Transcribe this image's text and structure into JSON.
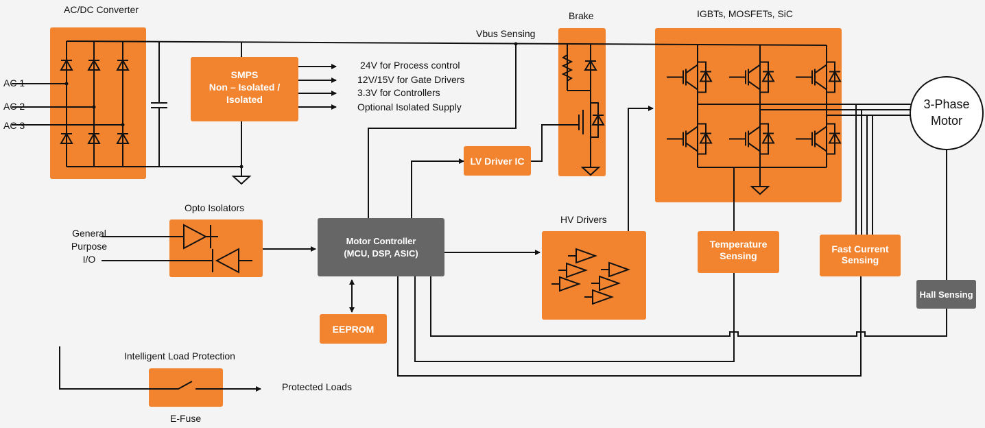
{
  "blocks": {
    "acdc_title": "AC/DC Converter",
    "ac_inputs": [
      "AC 1",
      "AC 2",
      "AC 3"
    ],
    "smps_lines": [
      "SMPS",
      "Non – Isolated /",
      "Isolated"
    ],
    "smps_outputs": [
      "24V for Process control",
      "12V/15V for Gate Drivers",
      "3.3V for Controllers",
      "Optional Isolated Supply"
    ],
    "vbus": "Vbus Sensing",
    "brake": "Brake",
    "power_stage": "IGBTs, MOSFETs, SiC",
    "motor_lines": [
      "3-Phase",
      "Motor"
    ],
    "lv_driver": "LV Driver IC",
    "opto_title": "Opto Isolators",
    "gpio_lines": [
      "General",
      "Purpose",
      "I/O"
    ],
    "motor_controller": [
      "Motor Controller",
      "(MCU, DSP, ASIC)"
    ],
    "hv_drivers": "HV Drivers",
    "temp_sensing": [
      "Temperature",
      "Sensing"
    ],
    "current_sensing": [
      "Fast Current",
      "Sensing"
    ],
    "hall_sensing": "Hall Sensing",
    "eeprom": "EEPROM",
    "ilp_title": "Intelligent Load Protection",
    "protected_loads": "Protected Loads",
    "efuse": "E-Fuse"
  },
  "colors": {
    "accent": "#f28430",
    "gray_block": "#666666",
    "wire": "#111111",
    "background": "#f4f4f4"
  }
}
